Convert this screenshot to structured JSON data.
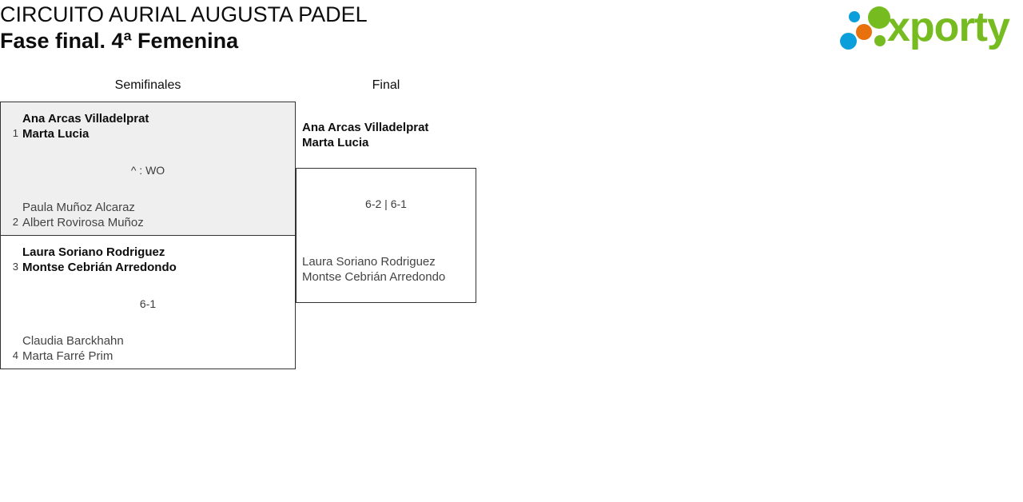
{
  "header": {
    "tournament_title": "CIRCUITO AURIAL AUGUSTA PADEL",
    "phase_title": "Fase final. 4ª Femenina"
  },
  "logo": {
    "wordmark": "xporty",
    "colors": {
      "green": "#76bc21",
      "blue": "#0a9fda",
      "orange": "#e8700d"
    }
  },
  "bracket": {
    "rounds": [
      {
        "name": "Semifinales"
      },
      {
        "name": "Final"
      }
    ],
    "semifinals": [
      {
        "top": {
          "seed": "1",
          "players": [
            "Ana Arcas Villadelprat",
            "Marta Lucia"
          ],
          "result": "winner"
        },
        "bottom": {
          "seed": "2",
          "players": [
            "Paula Muñoz Alcaraz",
            "Albert Rovirosa Muñoz"
          ],
          "result": "loser"
        },
        "score": "^ : WO"
      },
      {
        "top": {
          "seed": "3",
          "players": [
            "Laura Soriano Rodriguez",
            "Montse Cebrián Arredondo"
          ],
          "result": "winner"
        },
        "bottom": {
          "seed": "4",
          "players": [
            "Claudia Barckhahn",
            "Marta Farré Prim"
          ],
          "result": "loser"
        },
        "score": "6-1"
      }
    ],
    "final": {
      "top": {
        "players": [
          "Ana Arcas Villadelprat",
          "Marta Lucia"
        ],
        "result": "winner"
      },
      "bottom": {
        "players": [
          "Laura Soriano Rodriguez",
          "Montse Cebrián Arredondo"
        ],
        "result": "loser"
      },
      "score": "6-2 | 6-1"
    }
  }
}
